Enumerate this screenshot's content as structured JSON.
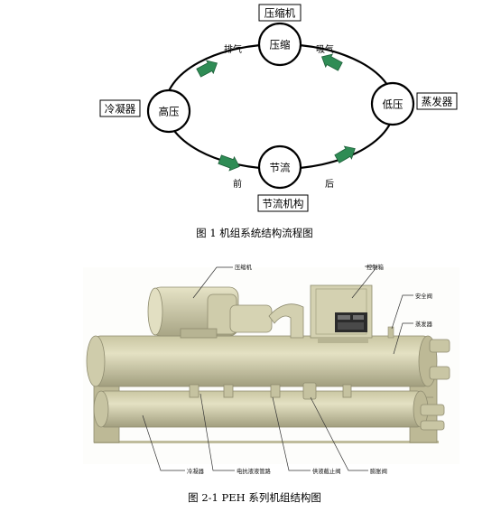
{
  "figure1": {
    "caption": "图 1    机组系统结构流程图",
    "nodes": {
      "compress": "压缩",
      "low_pressure": "低压",
      "throttle": "节流",
      "high_pressure": "高压"
    },
    "boxes": {
      "compressor": "压缩机",
      "evaporator": "蒸发器",
      "throttle_mechanism": "节流机构",
      "condenser": "冷凝器"
    },
    "labels": {
      "discharge": "排气",
      "suction": "吸气",
      "before": "前",
      "after": "后"
    },
    "colors": {
      "arrow": "#2f8c55",
      "line": "#000000"
    }
  },
  "figure2": {
    "caption": "图 2-1    PEH 系列机组结构图",
    "callouts": {
      "compressor": "压缩机",
      "control_box": "控制箱",
      "safety_valve": "安全阀",
      "evaporator": "蒸发器",
      "condenser": "冷凝器",
      "oil_return_pipe": "电抗液液管路",
      "shutoff_valve": "供液截止阀",
      "expansion_valve": "膨胀阀"
    },
    "colors": {
      "machine": "#d9d6b4",
      "machine_shadow": "#a8a585",
      "panel": "#2b2b2b"
    }
  }
}
